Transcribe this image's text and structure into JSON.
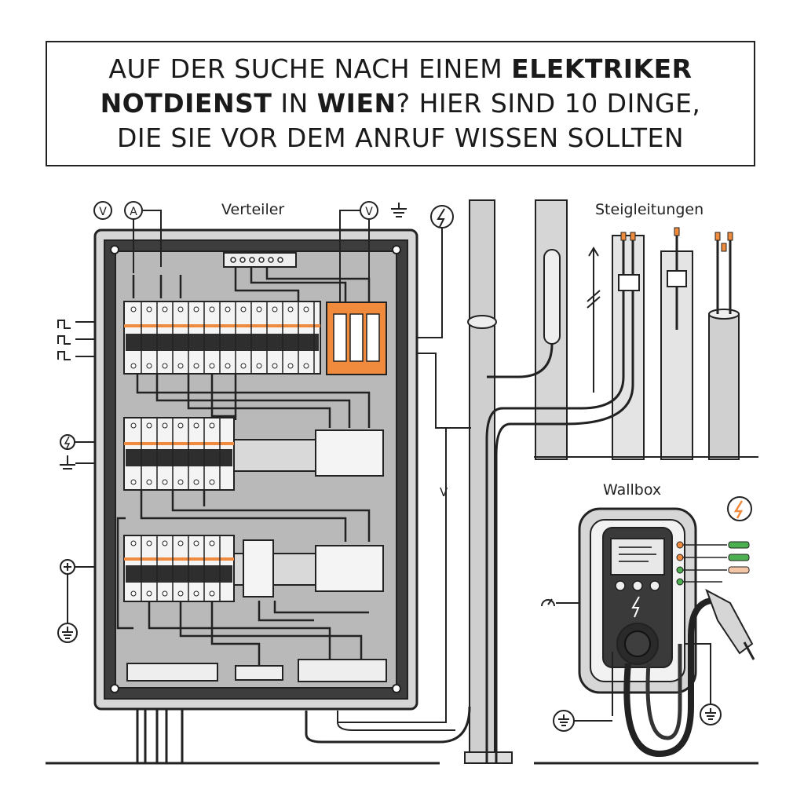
{
  "title": {
    "part1": "AUF DER SUCHE NACH EINEM ",
    "bold1": "ELEKTRIKER",
    "bold2": "NOTDIENST",
    "part2": " IN ",
    "bold3": "WIEN",
    "part3": "? HIER SIND 10 DINGE,",
    "line3": "DIE SIE VOR DEM ANRUF WISSEN SOLLTEN"
  },
  "labels": {
    "distribution": "Verteiler",
    "risers": "Steigleitungen",
    "wallbox": "Wallbox",
    "wire_v": "V"
  },
  "symbols": {
    "voltmeter_left": "V",
    "ammeter": "A",
    "voltmeter_right": "V"
  },
  "icons": [
    "voltmeter-icon",
    "ammeter-icon",
    "ground-icon",
    "lightning-icon",
    "pulse-icon",
    "plus-icon",
    "gauge-icon"
  ],
  "colors": {
    "accent_orange": "#f08a3c",
    "indicator_green": "#4caf50",
    "line": "#222222",
    "panel_gray": "#b9b9b9"
  }
}
